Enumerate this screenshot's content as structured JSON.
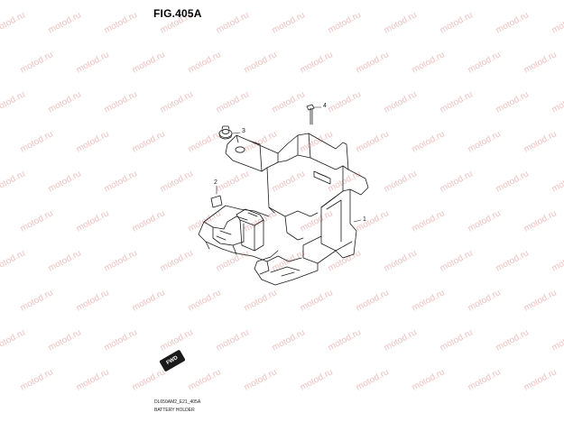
{
  "figure": {
    "title": "FIG.405A",
    "footer_code": "DL650AM2_E21_405A",
    "footer_label": "BATTERY HOLDER",
    "direction_badge": "FWD"
  },
  "watermark": {
    "text": "motod.ru",
    "color": "#efc1c1"
  },
  "callouts": [
    {
      "id": "1",
      "label": "1"
    },
    {
      "id": "2",
      "label": "2"
    },
    {
      "id": "3",
      "label": "3"
    },
    {
      "id": "4",
      "label": "4"
    }
  ],
  "colors": {
    "line": "#1a1a1a",
    "background": "#ffffff"
  }
}
